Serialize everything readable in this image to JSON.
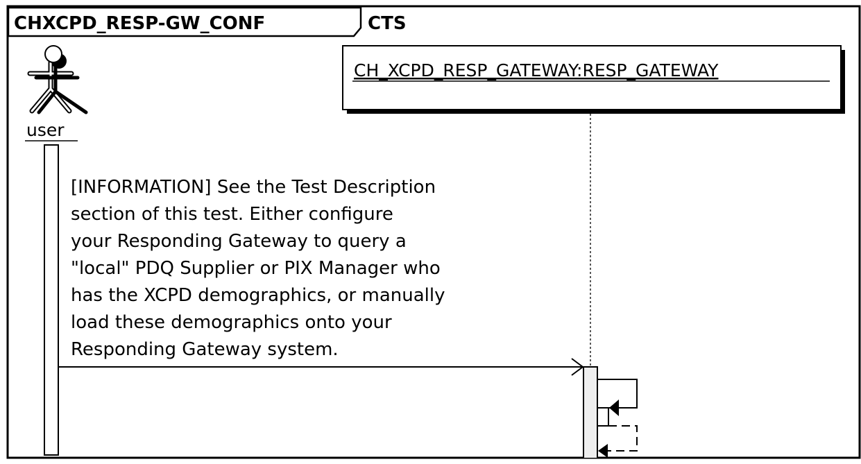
{
  "frame": {
    "title": "CHXCPD_RESP-GW_CONF",
    "title_overflow": "CTS"
  },
  "actor": {
    "name": "user",
    "icon": "stick-figure-icon"
  },
  "participant": {
    "name": "CH_XCPD_RESP_GATEWAY:RESP_GATEWAY"
  },
  "message": {
    "lines": [
      "[INFORMATION] See the Test Description",
      "section of this test.  Either configure",
      "your Responding Gateway to query a",
      "\"local\" PDQ Supplier or PIX Manager who",
      "has the XCPD demographics,  or manually",
      "load these demographics onto your",
      "Responding Gateway system."
    ]
  },
  "colors": {
    "line": "#000000",
    "activation_fill": "#eeeeee",
    "background": "#ffffff"
  }
}
